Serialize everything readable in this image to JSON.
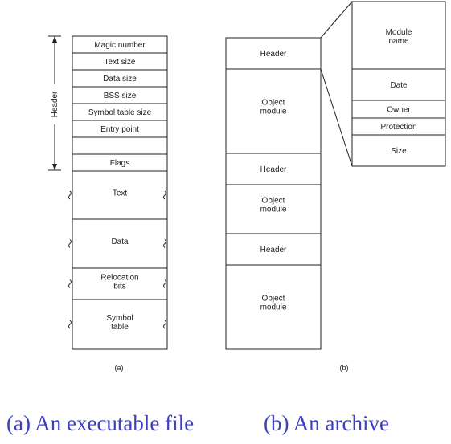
{
  "figure_a": {
    "header_bracket_label": "Header",
    "rows": [
      {
        "label": "Magic number"
      },
      {
        "label": "Text size"
      },
      {
        "label": "Data size"
      },
      {
        "label": "BSS size"
      },
      {
        "label": "Symbol table size"
      },
      {
        "label": "Entry point"
      },
      {
        "label": ""
      },
      {
        "label": "Flags"
      },
      {
        "label": "Text"
      },
      {
        "label": "Data"
      },
      {
        "label": "Relocation\nbits"
      },
      {
        "label": "Symbol\ntable"
      }
    ],
    "sublabel": "(a)"
  },
  "figure_b": {
    "column": [
      {
        "label": "Header"
      },
      {
        "label": "Object\nmodule"
      },
      {
        "label": "Header"
      },
      {
        "label": "Object\nmodule"
      },
      {
        "label": "Header"
      },
      {
        "label": "Object\nmodule"
      }
    ],
    "detail": [
      {
        "label": "Module\nname"
      },
      {
        "label": "Date"
      },
      {
        "label": "Owner"
      },
      {
        "label": "Protection"
      },
      {
        "label": "Size"
      }
    ],
    "sublabel": "(b)"
  },
  "caption": {
    "part_a": "(a) An executable file",
    "part_b": "(b) An archive"
  }
}
